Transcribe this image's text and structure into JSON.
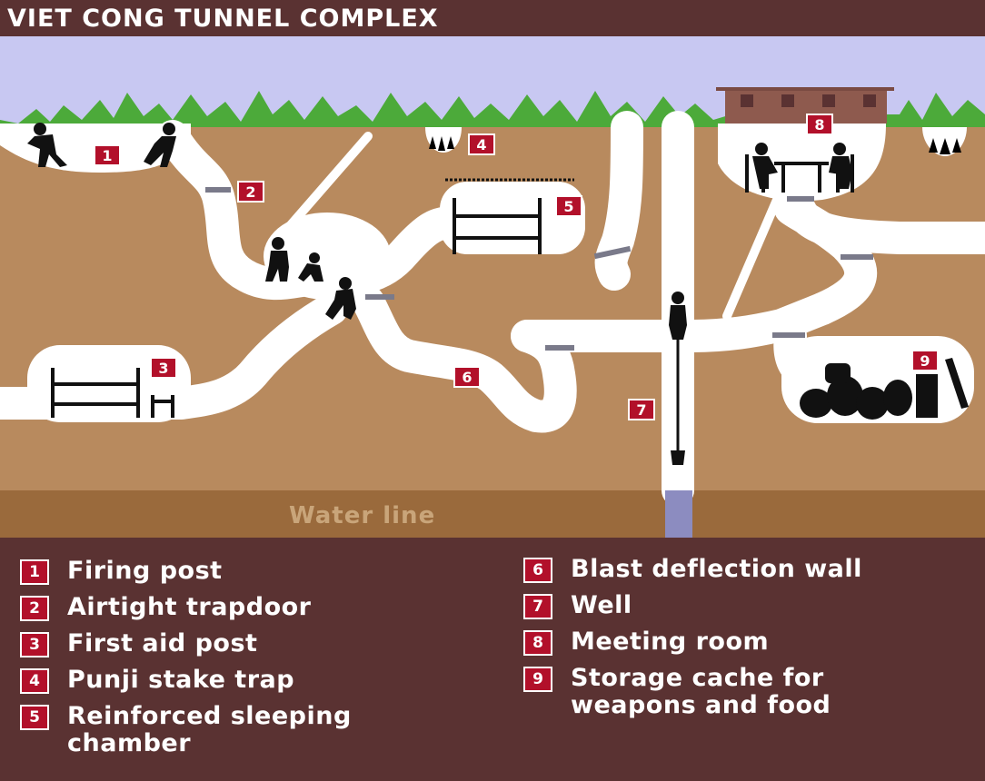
{
  "title": "VIET CONG TUNNEL COMPLEX",
  "colors": {
    "background": "#5a3232",
    "sky": "#c8c8f2",
    "grass": "#4caa3a",
    "earth": "#b88a5e",
    "tunnel": "#ffffff",
    "water": "#9a6a3c",
    "marker": "#b2102a"
  },
  "scene": {
    "water_line": "Water line",
    "markers": [
      "1",
      "2",
      "3",
      "4",
      "5",
      "6",
      "7",
      "8",
      "9"
    ]
  },
  "legend": {
    "left": [
      {
        "num": "1",
        "label": "Firing post"
      },
      {
        "num": "2",
        "label": "Airtight trapdoor"
      },
      {
        "num": "3",
        "label": "First aid post"
      },
      {
        "num": "4",
        "label": "Punji stake trap"
      },
      {
        "num": "5",
        "label": "Reinforced sleeping\nchamber"
      }
    ],
    "right": [
      {
        "num": "6",
        "label": "Blast deflection wall"
      },
      {
        "num": "7",
        "label": "Well"
      },
      {
        "num": "8",
        "label": "Meeting room"
      },
      {
        "num": "9",
        "label": "Storage cache for\nweapons and food"
      }
    ]
  }
}
